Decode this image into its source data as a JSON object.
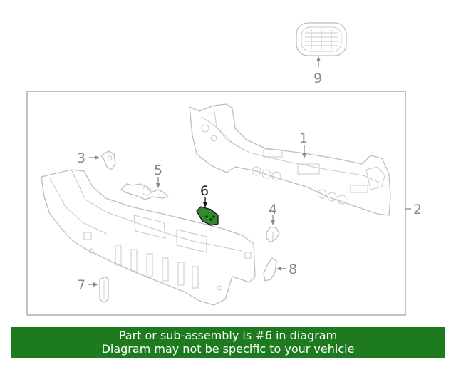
{
  "diagram": {
    "callouts": {
      "c1": "1",
      "c2": "2",
      "c3": "3",
      "c4": "4",
      "c5": "5",
      "c6": "6",
      "c7": "7",
      "c8": "8",
      "c9": "9"
    },
    "highlighted_callout": "6",
    "colors": {
      "highlight_part": "#2e8b2e",
      "linework": "#bdbdbd",
      "callout_text": "#8a8a8a",
      "banner_bg": "#1e7a1e",
      "banner_text": "#ffffff"
    }
  },
  "footer": {
    "line1": "Part or sub-assembly is #6 in diagram",
    "line2": "Diagram may not be specific to your vehicle"
  }
}
